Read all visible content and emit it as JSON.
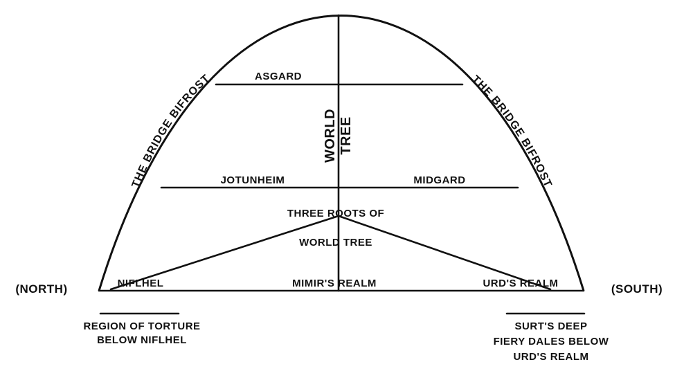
{
  "diagram": {
    "asgard": "ASGARD",
    "world_tree_1": "WORLD",
    "world_tree_2": "TREE",
    "bifrost_left": "THE BRIDGE BIFROST",
    "bifrost_right": "THE BRIDGE BIFROST",
    "jotunheim": "JOTUNHEIM",
    "midgard": "MIDGARD",
    "three_roots_1": "THREE ROOTS OF",
    "three_roots_2": "WORLD TREE",
    "niflhel": "NIFLHEL",
    "mimirs_realm": "MIMIR'S REALM",
    "urds_realm": "URD'S REALM",
    "north": "(NORTH)",
    "south": "(SOUTH)",
    "torture_1": "REGION OF TORTURE",
    "torture_2": "BELOW NIFLHEL",
    "surt_1": "SURT'S DEEP",
    "surt_2": "FIERY DALES BELOW",
    "surt_3": "URD'S REALM"
  }
}
